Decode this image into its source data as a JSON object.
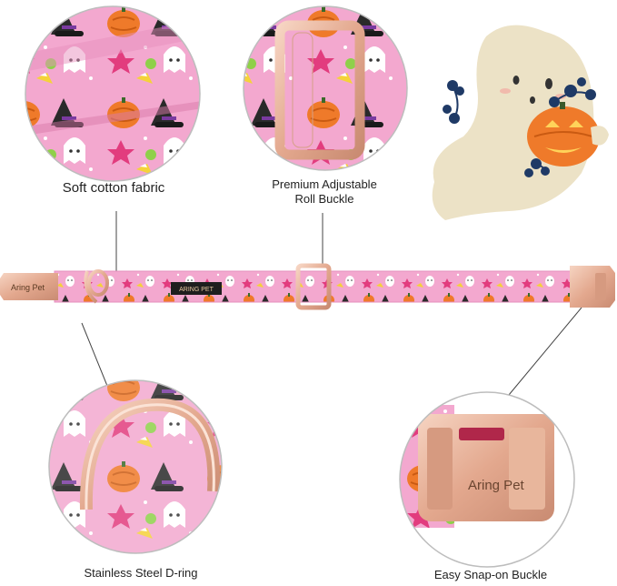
{
  "captions": {
    "fabric": "Soft cotton fabric",
    "roll_line1": "Premium Adjustable",
    "roll_line2": "Roll Buckle",
    "dring": "Stainless Steel D-ring",
    "snap": "Easy Snap-on Buckle"
  },
  "brand": {
    "buckle_text": "Aring Pet",
    "label_text": "ARING PET"
  },
  "colors": {
    "fabric_pink": "#f3a8cf",
    "rose_gold": "#e8b69c",
    "pumpkin": "#ef7a2a",
    "ghost": "#ece2c6",
    "vine": "#1f3a66"
  }
}
